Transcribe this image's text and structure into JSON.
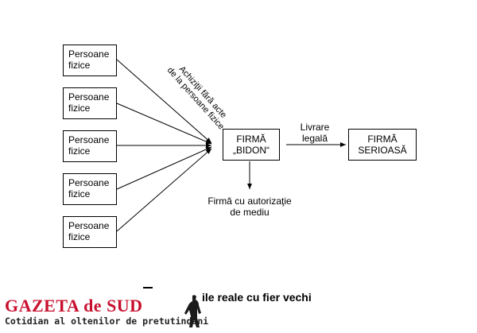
{
  "sources": [
    {
      "line1": "Persoane",
      "line2": "fizice"
    },
    {
      "line1": "Persoane",
      "line2": "fizice"
    },
    {
      "line1": "Persoane",
      "line2": "fizice"
    },
    {
      "line1": "Persoane",
      "line2": "fizice"
    },
    {
      "line1": "Persoane",
      "line2": "fizice"
    }
  ],
  "acquisition_label": {
    "line1": "Achiziţii fără acte",
    "line2": "de la persoane fizice"
  },
  "firma_bidon": {
    "line1": "FIRMĂ",
    "line2": "„BIDON“"
  },
  "delivery_label": {
    "line1": "Livrare",
    "line2": "legală"
  },
  "firma_serioasa": {
    "line1": "FIRMĂ",
    "line2": "SERIOASĂ"
  },
  "authorized_firm": {
    "line1": "Firmă cu autorizaţie",
    "line2": "de mediu"
  },
  "caption": "ile reale cu fier vechi",
  "logo": {
    "title": "GAZETA de SUD",
    "subtitle": "Cotidian al oltenilor de pretutindeni",
    "title_color": "#c8102e"
  }
}
